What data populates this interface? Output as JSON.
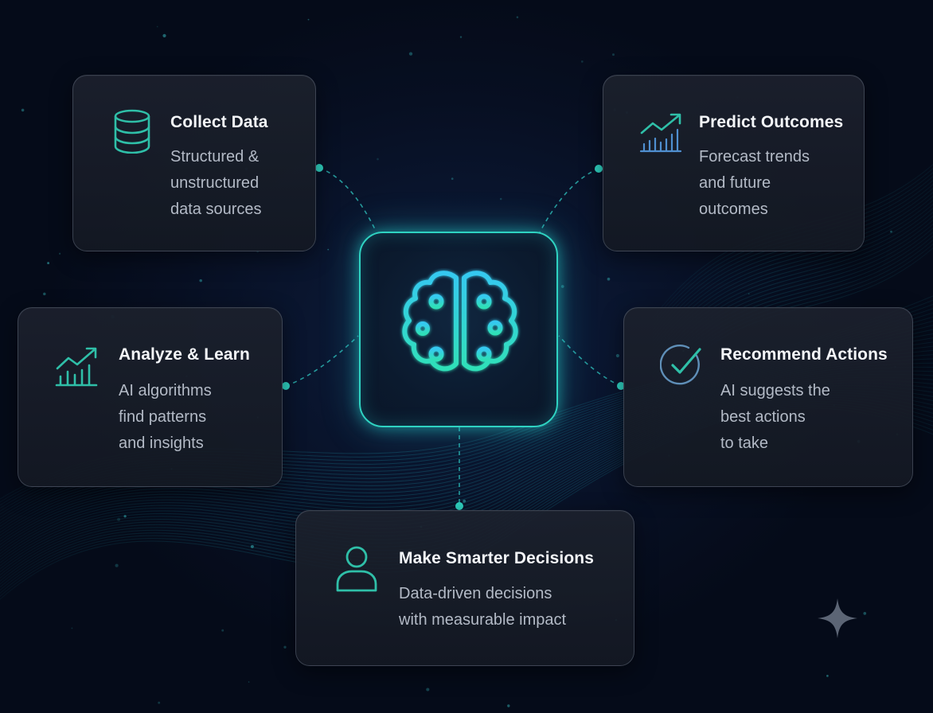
{
  "colors": {
    "accent": "#2fd3c2",
    "accent_blue": "#2a8ff0",
    "background": "#070f22",
    "card_bg": "#181d29",
    "card_border": "#5c6678",
    "title_text": "#f4f6f9",
    "desc_text": "#b3bac6"
  },
  "center": {
    "icon": "brain-circuit-icon"
  },
  "cards": {
    "collect": {
      "icon": "database-icon",
      "title": "Collect Data",
      "lines": [
        "Structured &",
        "unstructured",
        "data sources"
      ]
    },
    "predict": {
      "icon": "trend-chart-icon",
      "title": "Predict Outcomes",
      "lines": [
        "Forecast trends",
        "and future",
        "outcomes"
      ]
    },
    "analyze": {
      "icon": "growth-chart-icon",
      "title": "Analyze & Learn",
      "lines": [
        "AI algorithms",
        "find patterns",
        "and insights"
      ]
    },
    "recommend": {
      "icon": "check-circle-icon",
      "title": "Recommend Actions",
      "lines": [
        "AI suggests the",
        "best actions",
        "to take"
      ]
    },
    "decide": {
      "icon": "user-icon",
      "title": "Make Smarter Decisions",
      "lines": [
        "Data-driven decisions",
        "with measurable impact"
      ]
    }
  },
  "decor": {
    "corner_icon": "sparkle-icon"
  }
}
